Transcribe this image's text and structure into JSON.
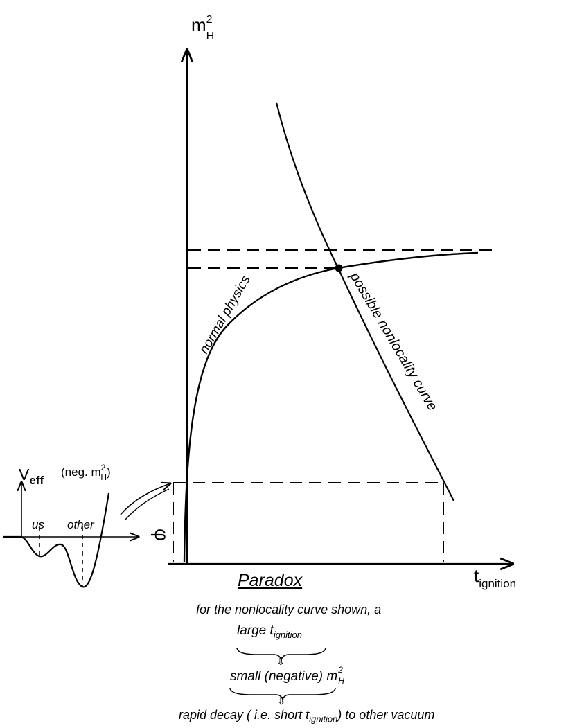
{
  "axes": {
    "y_label": "m",
    "y_label_sup": "2",
    "y_label_sub": "H",
    "x_label": "t",
    "x_label_sub": "ignition"
  },
  "curves": {
    "normal_label": "normal  physics",
    "nonlocality_label": "possible nonlocality curve"
  },
  "inset": {
    "y_label": "V",
    "y_label_sub": "eff",
    "y_note_open": "(neg. m",
    "y_note_sup": "2",
    "y_note_sub": "H",
    "y_note_close": ")",
    "x_label": "φ",
    "well_us": "us",
    "well_other": "other"
  },
  "caption": {
    "title": "Paradox",
    "line1": "for  the nonlocality curve shown, a",
    "line2_main": "large t",
    "line2_sub": "ignition",
    "arrow": "⇩",
    "line3_main": "small (negative)  m",
    "line3_sup": "2",
    "line3_sub": "H",
    "line4_pre": "rapid decay ( i.e. short t",
    "line4_sub": "ignition",
    "line4_post": ")  to  other vacuum"
  }
}
